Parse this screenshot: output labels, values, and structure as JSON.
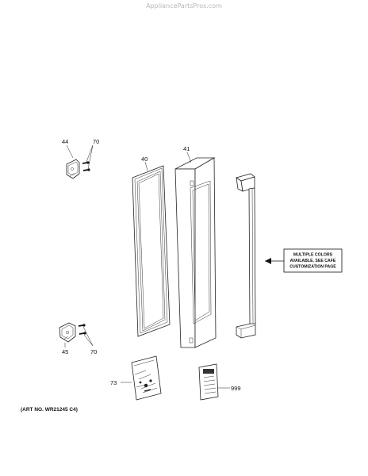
{
  "watermark": "AppliancePartsPros.com",
  "art_number": "(ART NO. WR21245 C4)",
  "callouts": {
    "p44": "44",
    "p70_top": "70",
    "p40": "40",
    "p41": "41",
    "p45": "45",
    "p70_bottom": "70",
    "p73": "73",
    "p999": "999"
  },
  "note": {
    "line1": "MULTIPLE COLORS",
    "line2": "AVAILABLE. SEE CAFE",
    "line3": "CUSTOMIZATION PAGE"
  }
}
